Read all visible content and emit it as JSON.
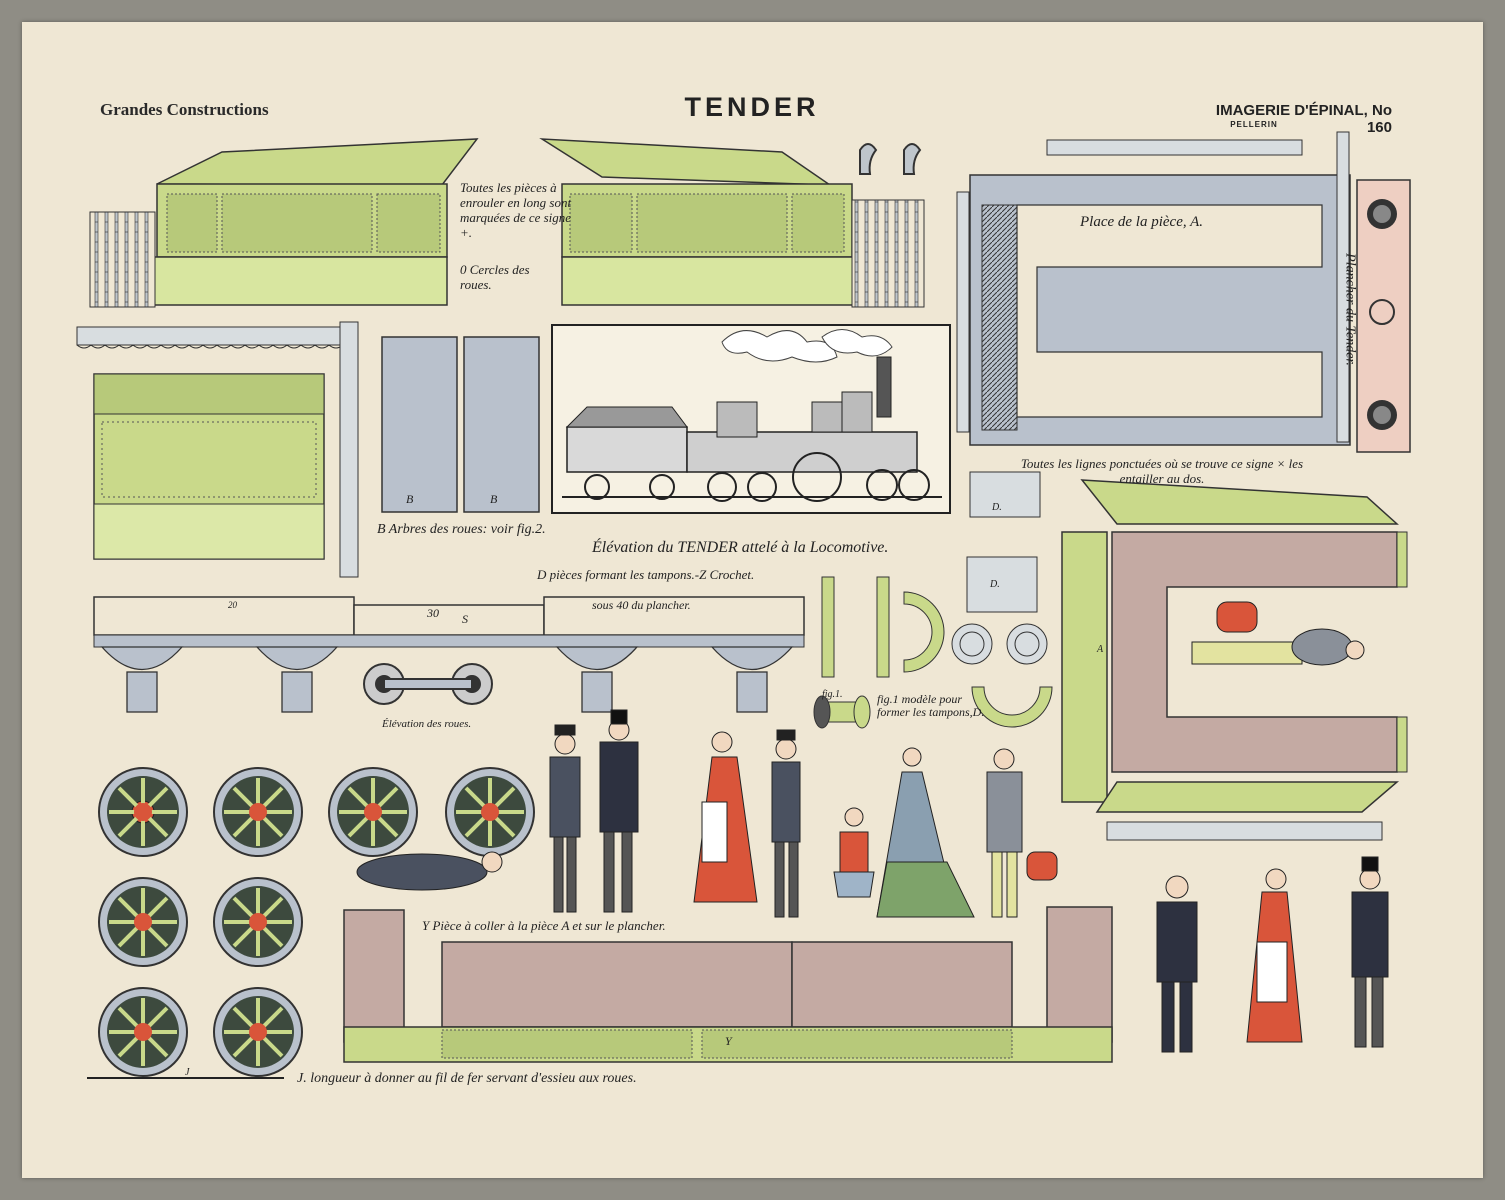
{
  "header": {
    "series": "Grandes Constructions",
    "title": "TENDER",
    "imprint": "IMAGERIE D'ÉPINAL, No 160",
    "publisher": "PELLERIN"
  },
  "notes": {
    "pieces_rolled": "Toutes les pièces à enrouler en long sont marquées de ce signe +.",
    "wheel_circles": "0 Cercles des roues.",
    "place_piece_a": "Place de la pièce, A.",
    "floor_label": "Plancher du Tender.",
    "dotted_lines": "Toutes les lignes ponctuées où se trouve ce signe × les entailler au dos.",
    "axles_b": "B Arbres des roues: voir fig.2.",
    "elevation_caption": "Élévation du TENDER attelé à la Locomotive.",
    "buffers": "D pièces formant les tampons.-Z Crochet.",
    "under_floor": "sous 40 du plancher.",
    "wheel_elevation": "Élévation des roues.",
    "fig1": "fig.1.",
    "fig1_model": "fig.1 modèle pour former les tampons,D.",
    "piece_y": "Y Pièce à coller à la pièce A et sur le plancher.",
    "length_j": "J. longueur à donner au fil de fer servant d'essieu aux roues."
  },
  "labels": {
    "d": "D.",
    "s": "S",
    "y": "Y",
    "j": "J",
    "a": "A",
    "b": "B",
    "n20": "20",
    "n30": "30",
    "n40": "40"
  },
  "colors": {
    "paper": "#efe7d4",
    "green": "#c9d98a",
    "green_dark": "#9fb25e",
    "grey_blue": "#b9c1cc",
    "mauve": "#c4aaa3",
    "pink": "#eecfc2",
    "red": "#d9553a",
    "ink": "#2a2a2a"
  }
}
